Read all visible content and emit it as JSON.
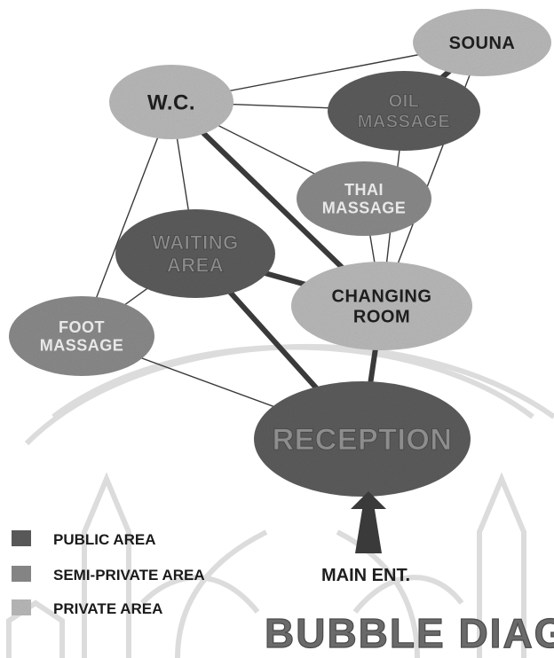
{
  "diagram": {
    "title": "BUBBLE DIAGRA",
    "main_entrance_label": "MAIN ENT.",
    "nodes": [
      {
        "id": "souna",
        "lines": [
          "SOUNA"
        ],
        "zone": "private"
      },
      {
        "id": "wc",
        "lines": [
          "W.C."
        ],
        "zone": "private"
      },
      {
        "id": "oil-massage",
        "lines": [
          "OIL",
          "MASSAGE"
        ],
        "zone": "public"
      },
      {
        "id": "thai-massage",
        "lines": [
          "THAI",
          "MASSAGE"
        ],
        "zone": "semi"
      },
      {
        "id": "waiting-area",
        "lines": [
          "WAITING",
          "AREA"
        ],
        "zone": "public"
      },
      {
        "id": "changing-room",
        "lines": [
          "CHANGING",
          "ROOM"
        ],
        "zone": "private"
      },
      {
        "id": "foot-massage",
        "lines": [
          "FOOT",
          "MASSAGE"
        ],
        "zone": "semi"
      },
      {
        "id": "reception",
        "lines": [
          "RECEPTION"
        ],
        "zone": "public"
      }
    ],
    "edges": [
      {
        "from": "wc",
        "to": "souna",
        "strength": "weak"
      },
      {
        "from": "wc",
        "to": "oil-massage",
        "strength": "weak"
      },
      {
        "from": "wc",
        "to": "thai-massage",
        "strength": "weak"
      },
      {
        "from": "wc",
        "to": "waiting-area",
        "strength": "weak"
      },
      {
        "from": "wc",
        "to": "foot-massage",
        "strength": "weak"
      },
      {
        "from": "wc",
        "to": "changing-room",
        "strength": "strong"
      },
      {
        "from": "souna",
        "to": "oil-massage",
        "strength": "strong"
      },
      {
        "from": "souna",
        "to": "changing-room",
        "strength": "weak"
      },
      {
        "from": "oil-massage",
        "to": "changing-room",
        "strength": "weak"
      },
      {
        "from": "thai-massage",
        "to": "changing-room",
        "strength": "weak"
      },
      {
        "from": "waiting-area",
        "to": "changing-room",
        "strength": "strong"
      },
      {
        "from": "waiting-area",
        "to": "foot-massage",
        "strength": "weak"
      },
      {
        "from": "waiting-area",
        "to": "reception",
        "strength": "strong"
      },
      {
        "from": "foot-massage",
        "to": "reception",
        "strength": "weak"
      },
      {
        "from": "changing-room",
        "to": "reception",
        "strength": "strong"
      }
    ]
  },
  "legend": [
    {
      "label": "PUBLIC AREA",
      "zone": "public"
    },
    {
      "label": "SEMI-PRIVATE AREA",
      "zone": "semi"
    },
    {
      "label": "PRIVATE AREA",
      "zone": "private"
    }
  ],
  "colors": {
    "public": "#5c5c5c",
    "semi": "#8a8a8a",
    "private": "#b9b9b9",
    "public_text": "#8d8d8d",
    "semi_text": "#e8e8e8",
    "private_text": "#1e1e1e",
    "line": "#3a3a3a",
    "watermark": "#dcdcdc",
    "title": "#6a6a6a"
  }
}
